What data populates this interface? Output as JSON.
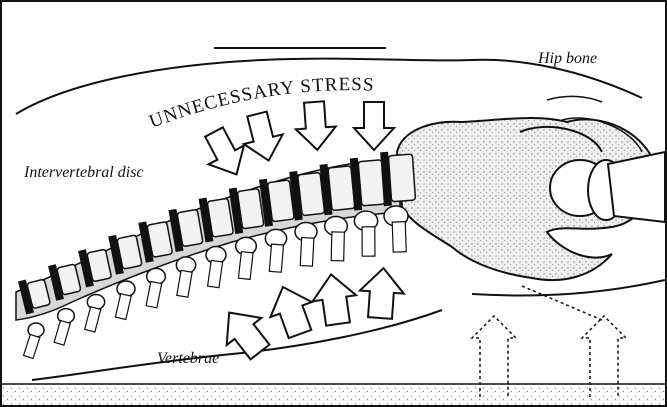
{
  "labels": {
    "stress": "UNNECESSARY STRESS",
    "hip_bone": "Hip bone",
    "intervertebral_disc": "Intervertebral disc",
    "vertebrae": "Vertebrae"
  },
  "colors": {
    "ink": "#111111",
    "paper": "#ffffff",
    "bone_shade": "#cfcfcf",
    "floor_speckle": "#9a9a9a"
  }
}
